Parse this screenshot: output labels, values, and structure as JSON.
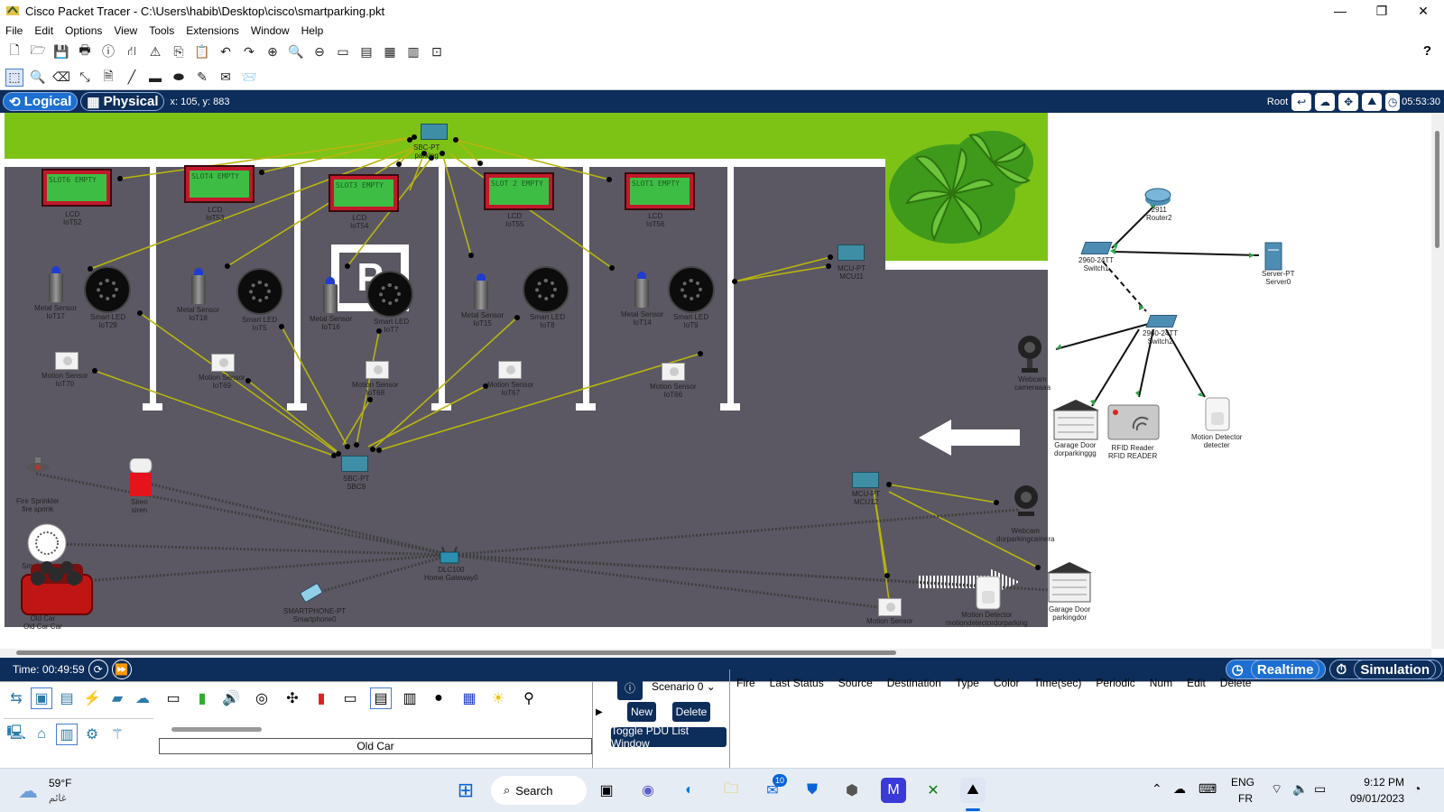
{
  "window": {
    "title": "Cisco Packet Tracer - C:\\Users\\habib\\Desktop\\cisco\\smartparking.pkt",
    "controls": [
      "—",
      "❐",
      "✕"
    ]
  },
  "menu": [
    "File",
    "Edit",
    "Options",
    "View",
    "Tools",
    "Extensions",
    "Window",
    "Help"
  ],
  "help_label": "?",
  "modes": {
    "logical": "Logical",
    "physical": "Physical",
    "coords": "x: 105, y: 883",
    "root": "Root",
    "clock": "05:53:30"
  },
  "canvas_labels": {
    "sbc_parking": [
      "SBC-PT",
      "parking"
    ],
    "lcds": [
      {
        "screen": "SLOT6 EMPTY",
        "label": [
          "LCD",
          "IoT52"
        ]
      },
      {
        "screen": "SLOT4 EMPTY",
        "label": [
          "LCD",
          "IoT53"
        ]
      },
      {
        "screen": "SLOT3 EMPTY",
        "label": [
          "LCD",
          "IoT54"
        ]
      },
      {
        "screen": "SLOT 2 EMPTY",
        "label": [
          "LCD",
          "IoT55"
        ]
      },
      {
        "screen": "SLOT1 EMPTY",
        "label": [
          "LCD",
          "IoT56"
        ]
      }
    ],
    "metal_sensors": [
      [
        "Metal Sensor",
        "IoT17"
      ],
      [
        "Metal Sensor",
        "IoT18"
      ],
      [
        "Metal Sensor",
        "IoT16"
      ],
      [
        "Metal Sensor",
        "IoT15"
      ],
      [
        "Metal Sensor",
        "IoT14"
      ]
    ],
    "smart_leds": [
      [
        "Smart LED",
        "IoT29"
      ],
      [
        "Smart LED",
        "IoT5"
      ],
      [
        "Smart LED",
        "IoT7"
      ],
      [
        "Smart LED",
        "IoT8"
      ],
      [
        "Smart LED",
        "IoT9"
      ]
    ],
    "motion_sensors": [
      [
        "Motion Sensor",
        "IoT70"
      ],
      [
        "Motion Sensor",
        "IoT69"
      ],
      [
        "Motion Sensor",
        "IoT68"
      ],
      [
        "Motion Sensor",
        "IoT67"
      ],
      [
        "Motion Sensor",
        "IoT66"
      ]
    ],
    "mcu11": [
      "MCU-PT",
      "MCU11"
    ],
    "sbc9": [
      "SBC-PT",
      "SBC9"
    ],
    "mcu12": [
      "MCU-PT",
      "MCU12"
    ],
    "fire_sprinkler": [
      "Fire Sprinkler",
      "fire sprink"
    ],
    "siren": [
      "Siren",
      "siren"
    ],
    "smoke_detector": [
      "Smoke"
    ],
    "old_car": [
      "Old Car",
      "Old Car Car"
    ],
    "home_gateway": [
      "DLC100",
      "Home Gateway0"
    ],
    "smartphone": [
      "SMARTPHONE-PT",
      "Smartphone0"
    ],
    "webcam_entry": [
      "Webcam",
      "dorparkingcamera"
    ],
    "motion_sensor_exit": [
      "Motion Sensor"
    ],
    "motion_detector_entry": [
      "Motion Detector",
      "motiondetectordorparking"
    ],
    "garage_door_entry": [
      "Garage Door",
      "parkingdor"
    ],
    "router": [
      "2911",
      "Router2"
    ],
    "switch1": [
      "2960-24TT",
      "Switch1"
    ],
    "server": [
      "Server-PT",
      "Server0"
    ],
    "switch2": [
      "2960-24TT",
      "Switch2"
    ],
    "webcam_cam": [
      "Webcam",
      "cameraaaa"
    ],
    "garage_door": [
      "Garage Door",
      "dorparkinggg"
    ],
    "rfid": [
      "RFID Reader",
      "RFID READER"
    ],
    "motion_detector": [
      "Motion Detector",
      "detecter"
    ],
    "parking_sign": "P"
  },
  "bottom": {
    "time": "Time: 00:49:59",
    "realtime": "Realtime",
    "simulation": "Simulation"
  },
  "device_panel": {
    "selected_device": "Old Car",
    "scenario": "Scenario 0",
    "new_label": "New",
    "delete_label": "Delete",
    "toggle_label": "Toggle PDU List Window",
    "pdu_columns": [
      "Fire",
      "Last Status",
      "Source",
      "Destination",
      "Type",
      "Color",
      "Time(sec)",
      "Periodic",
      "Num",
      "Edit",
      "Delete"
    ]
  },
  "taskbar": {
    "weather_temp": "59°F",
    "weather_desc": "غائم",
    "search": "Search",
    "mail_badge": "10",
    "lang": "ENG",
    "lang2": "FR",
    "time": "9:12 PM",
    "date": "09/01/2023"
  },
  "colors": {
    "mode_bar": "#0d2d5a",
    "grass": "#7cc316",
    "asphalt": "#5b5863",
    "link": "#b8b50f",
    "accent": "#1d6fd1"
  }
}
